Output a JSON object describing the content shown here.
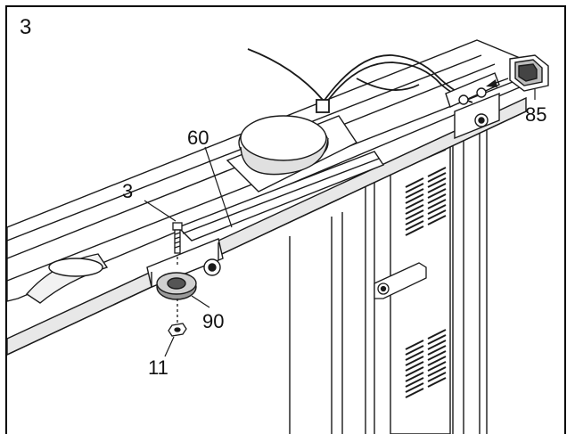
{
  "step_number": "3",
  "callouts": {
    "part_60": "60",
    "part_3": "3",
    "part_85": "85",
    "part_90": "90",
    "part_11": "11"
  },
  "colors": {
    "line": "#1a1a1a",
    "shade": "#cfcfcf",
    "dark": "#2a2a2a",
    "background": "#ffffff"
  }
}
